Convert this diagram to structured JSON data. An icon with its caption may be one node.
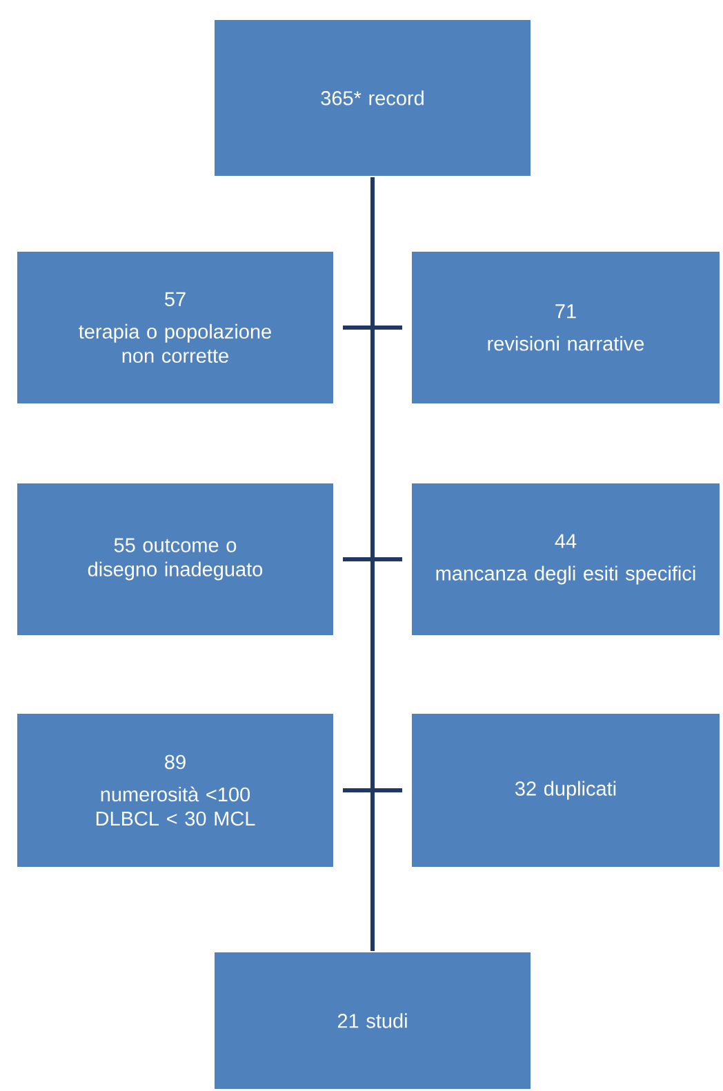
{
  "diagram": {
    "nodes": [
      {
        "text": [
          "365* record"
        ]
      },
      {
        "text": [
          "57",
          "terapia o popolazione non corrette"
        ]
      },
      {
        "text": [
          "71",
          "revisioni narrative"
        ]
      },
      {
        "text": [
          "55 outcome o disegno inadeguato"
        ]
      },
      {
        "text": [
          "44",
          "mancanza degli esiti specifici"
        ]
      },
      {
        "text": [
          "89",
          "numerosità <100 DLBCL < 30 MCL"
        ]
      },
      {
        "text": [
          "32 duplicati"
        ]
      },
      {
        "text": [
          "21 studi"
        ]
      }
    ],
    "edges": [
      {
        "from": 0,
        "to": 7,
        "arrow": "none"
      },
      {
        "from": 1,
        "to": 2,
        "arrow": "none"
      },
      {
        "from": 3,
        "to": 4,
        "arrow": "none"
      },
      {
        "from": 5,
        "to": 6,
        "arrow": "none"
      }
    ]
  }
}
